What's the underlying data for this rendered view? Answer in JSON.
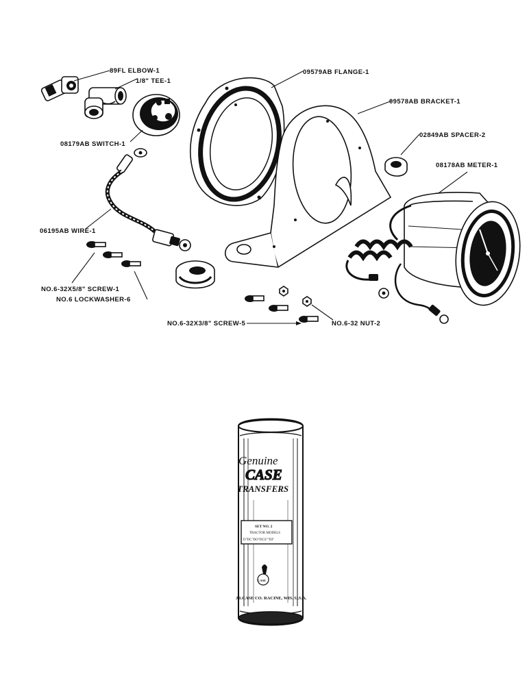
{
  "parts": {
    "elbow": "89FL ELBOW-1",
    "tee": "1/8\" TEE-1",
    "flange": "09579AB FLANGE-1",
    "bracket": "09578AB BRACKET-1",
    "switch": "08179AB SWITCH-1",
    "spacer": "02849AB SPACER-2",
    "meter": "08178AB METER-1",
    "wire": "06195AB WIRE-1",
    "screw_short": "NO.6-32X5/8\" SCREW-1",
    "lockwasher": "NO.6 LOCKWASHER-6",
    "screw_long": "NO.6-32X3/8\" SCREW-5",
    "nut": "NO.6-32 NUT-2"
  },
  "transfers_can": {
    "line1": "Genuine",
    "line2": "CASE",
    "line3": "TRANSFERS",
    "label_line1": "SET NO. 2",
    "label_line2": "TRACTOR MODELS",
    "label_line3": "D\"DC\"DO\"DCS\"\"DI\"",
    "logo_text": "CASE",
    "bottom_text": "J.I.CASE CO. RACINE, WIS. U.S.A."
  }
}
